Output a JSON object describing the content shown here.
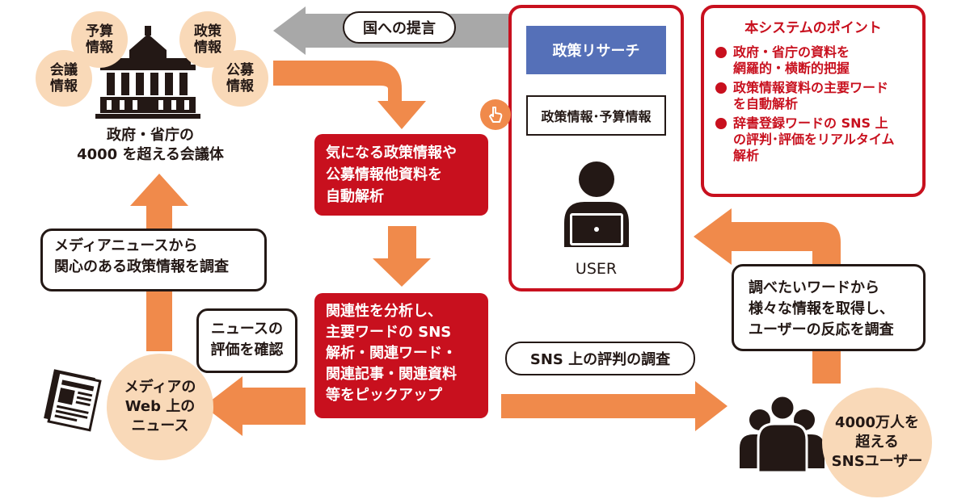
{
  "government": {
    "bubbles": {
      "budget": "予算\n情報",
      "policy": "政策\n情報",
      "meeting": "会議\n情報",
      "public": "公募\n情報"
    },
    "caption_line1": "政府・省庁の",
    "caption_line2": "4000 を超える会議体"
  },
  "proposal_label": "国への提言",
  "auto_analysis": "気になる政策情報や\n公募情報他資料を\n自動解析",
  "relation_analysis": "関連性を分析し、\n主要ワードの SNS\n解析・関連ワード・\n関連記事・関連資料\n等をピックアップ",
  "user_panel": {
    "title": "政策リサーチ",
    "subtitle": "政策情報･予算情報",
    "user_label": "USER"
  },
  "points": {
    "title": "本システムのポイント",
    "items": [
      "政府・省庁の資料を\n網羅的・横断的把握",
      "政策情報資料の主要ワード\nを自動解析",
      "辞書登録ワードの SNS 上\nの評判･評価をリアルタイム\n解析"
    ]
  },
  "media_research": "メディアニュースから\n関心のある政策情報を調査",
  "news_eval": "ニュースの\n評価を確認",
  "media_bubble": "メディアの\nWeb 上の\nニュース",
  "sns_label": "SNS 上の評判の調査",
  "sns_research": "調べたいワードから\n様々な情報を取得し、\nユーザーの反応を調査",
  "sns_bubble": "4000万人を\n超える\nSNSユーザー",
  "colors": {
    "orange": "#f08a4b",
    "red": "#c8101e",
    "gray": "#a8a8a8",
    "blue": "#5570b8",
    "bubble": "#f9d9b8"
  }
}
